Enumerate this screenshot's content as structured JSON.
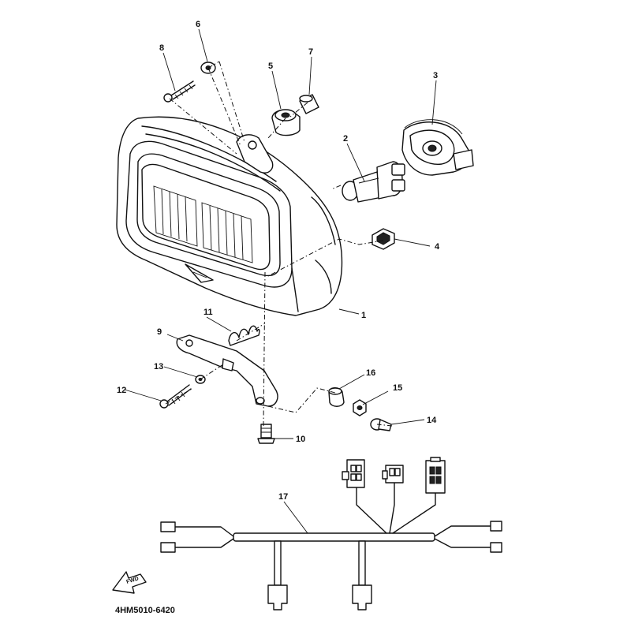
{
  "diagram": {
    "callouts": [
      "1",
      "2",
      "3",
      "4",
      "5",
      "6",
      "7",
      "8",
      "9",
      "10",
      "11",
      "12",
      "13",
      "14",
      "15",
      "16",
      "17"
    ],
    "drawing_code": "4HM5010-6420",
    "front_arrow_text": "FWD"
  }
}
